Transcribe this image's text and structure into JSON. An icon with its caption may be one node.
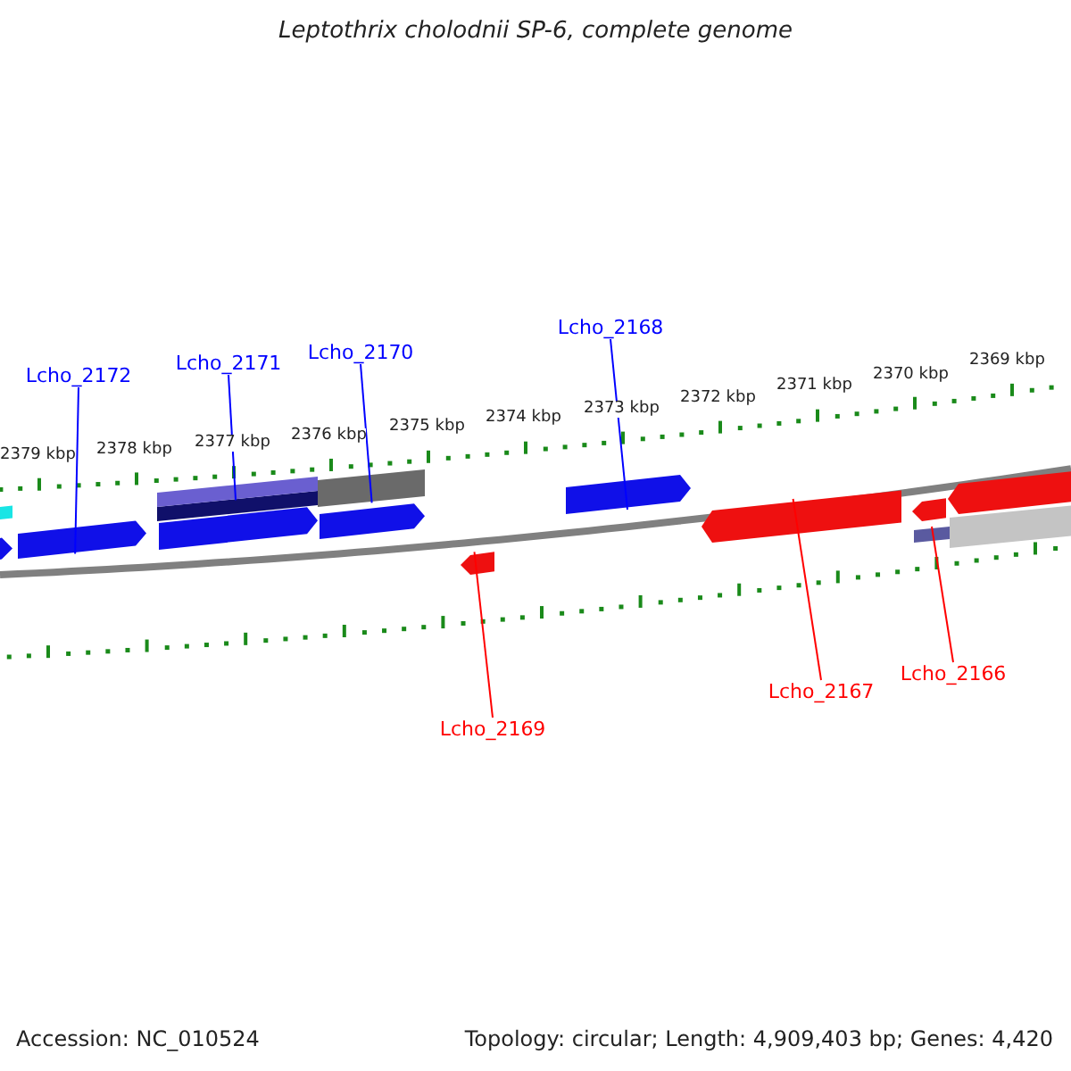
{
  "diagram": {
    "title": "Leptothrix cholodnii SP-6, complete genome",
    "nodes": [
      {
        "text": [
          "Lcho_2172"
        ]
      },
      {
        "text": [
          "Lcho_2171"
        ]
      },
      {
        "text": [
          "Lcho_2170"
        ]
      },
      {
        "text": [
          "Lcho_2168"
        ]
      },
      {
        "text": [
          "Lcho_2169"
        ]
      },
      {
        "text": [
          "Lcho_2167"
        ]
      },
      {
        "text": [
          "Lcho_2166"
        ]
      },
      {
        "text": [],
        "shape": "arrow"
      },
      {
        "text": [],
        "shape": "bar"
      },
      {
        "text": [],
        "shape": "bar"
      },
      {
        "text": [],
        "shape": "arrow"
      },
      {
        "text": [],
        "shape": "arrow"
      },
      {
        "text": [],
        "shape": "arrow"
      },
      {
        "text": [],
        "shape": "bar"
      }
    ],
    "edges": [
      {
        "from": 0,
        "to": 7,
        "arrow": "none"
      },
      {
        "from": 1,
        "to": 8,
        "arrow": "none"
      },
      {
        "from": 2,
        "to": 9,
        "arrow": "none"
      },
      {
        "from": 3,
        "to": 11,
        "arrow": "none"
      },
      {
        "from": 4,
        "to": 10,
        "arrow": "none",
        "color": "#ff0000"
      },
      {
        "from": 5,
        "to": 12,
        "arrow": "none",
        "color": "#ff0000"
      },
      {
        "from": 6,
        "to": 13,
        "arrow": "none",
        "color": "#ff0000"
      }
    ],
    "labels": [
      "2379 kbp",
      "2378 kbp",
      "2377 kbp",
      "2376 kbp",
      "2375 kbp",
      "2374 kbp",
      "2373 kbp",
      "2372 kbp",
      "2371 kbp",
      "2370 kbp",
      "2369 kbp",
      "Accession: NC_010524",
      "Topology: circular; Length: 4,909,403 bp; Genes: 4,420"
    ]
  }
}
